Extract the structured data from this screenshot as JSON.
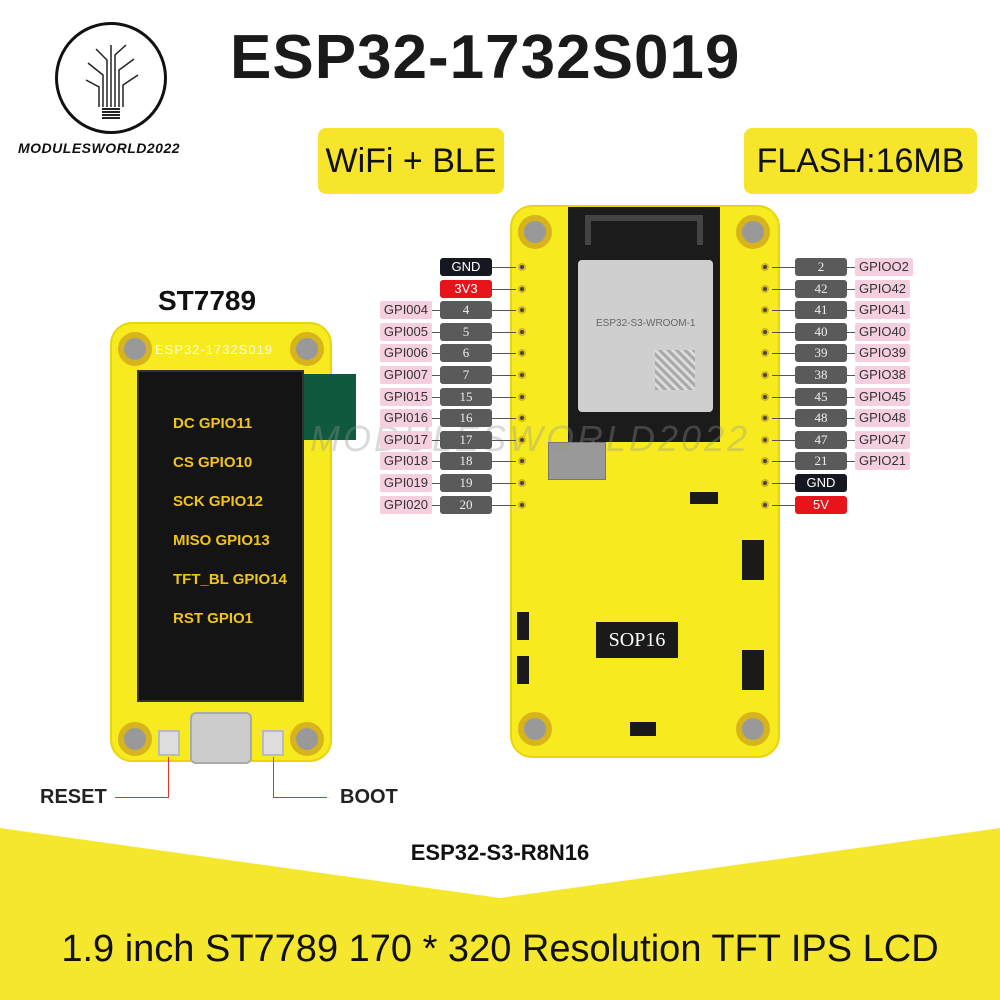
{
  "brand": {
    "logo_text": "MODULESWORLD2022"
  },
  "title": "ESP32-1732S019",
  "tags": {
    "wireless": "WiFi + BLE",
    "flash": "FLASH:16MB"
  },
  "display_board": {
    "controller": "ST7789",
    "silkscreen": "ESP32-1732S019",
    "screen_lines": [
      "DC GPIO11",
      "CS GPIO10",
      "SCK GPIO12",
      "MISO GPIO13",
      "TFT_BL GPIO14",
      "RST GPIO1"
    ],
    "reset_label": "RESET",
    "boot_label": "BOOT"
  },
  "module_board": {
    "module_label": "ESP32-S3-WROOM-1",
    "ic_label": "SOP16"
  },
  "watermark": "MODULESWORLD2022",
  "left_pins": [
    {
      "num": "GND",
      "type": "gnd"
    },
    {
      "num": "3V3",
      "type": "pwr"
    },
    {
      "num": "4",
      "gpio": "GPI004"
    },
    {
      "num": "5",
      "gpio": "GPI005"
    },
    {
      "num": "6",
      "gpio": "GPI006"
    },
    {
      "num": "7",
      "gpio": "GPI007"
    },
    {
      "num": "15",
      "gpio": "GPI015"
    },
    {
      "num": "16",
      "gpio": "GPI016"
    },
    {
      "num": "17",
      "gpio": "GPI017"
    },
    {
      "num": "18",
      "gpio": "GPI018"
    },
    {
      "num": "19",
      "gpio": "GPI019"
    },
    {
      "num": "20",
      "gpio": "GPI020"
    }
  ],
  "right_pins": [
    {
      "num": "2",
      "gpio": "GPIOO2"
    },
    {
      "num": "42",
      "gpio": "GPIO42"
    },
    {
      "num": "41",
      "gpio": "GPIO41"
    },
    {
      "num": "40",
      "gpio": "GPIO40"
    },
    {
      "num": "39",
      "gpio": "GPIO39"
    },
    {
      "num": "38",
      "gpio": "GPIO38"
    },
    {
      "num": "45",
      "gpio": "GPIO45"
    },
    {
      "num": "48",
      "gpio": "GPIO48"
    },
    {
      "num": "47",
      "gpio": "GPIO47"
    },
    {
      "num": "21",
      "gpio": "GPIO21"
    },
    {
      "num": "GND",
      "type": "gnd"
    },
    {
      "num": "5V",
      "type": "pwr"
    }
  ],
  "variant": "ESP32-S3-R8N16",
  "footer": "1.9 inch ST7789 170 * 320 Resolution TFT IPS LCD"
}
